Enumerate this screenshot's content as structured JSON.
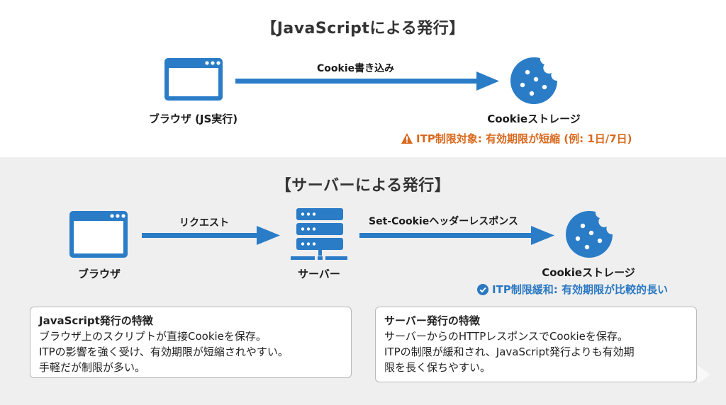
{
  "colors": {
    "primary_blue": "#2a7cc7",
    "warning_orange": "#d9691e",
    "check_blue": "#2b78c2",
    "title_gray": "#333333",
    "bottom_bg": "#efefef"
  },
  "js_section": {
    "title": "【JavaScriptによる発行】",
    "browser_label": "ブラウザ (JS実行)",
    "arrow_label": "Cookie書き込み",
    "storage_label": "Cookieストレージ",
    "warning_icon": "warning-triangle",
    "warning_text": "ITP制限対象: 有効期限が短縮 (例: 1日/7日)"
  },
  "server_section": {
    "title": "【サーバーによる発行】",
    "browser_label": "ブラウザ",
    "request_arrow_label": "リクエスト",
    "server_label": "サーバー",
    "response_arrow_label": "Set-Cookieヘッダーレスポンス",
    "storage_label": "Cookieストレージ",
    "check_icon": "check-circle",
    "relaxed_text": "ITP制限緩和: 有効期限が比較的長い"
  },
  "cards": {
    "js": {
      "title": "JavaScript発行の特徴",
      "lines": [
        "ブラウザ上のスクリプトが直接Cookieを保存。",
        "ITPの影響を強く受け、有効期限が短縮されやすい。",
        "手軽だが制限が多い。"
      ]
    },
    "server": {
      "title": "サーバー発行の特徴",
      "lines": [
        "サーバーからのHTTPレスポンスでCookieを保存。",
        "ITPの制限が緩和され、JavaScript発行よりも有効期",
        "限を長く保ちやすい。"
      ]
    }
  }
}
